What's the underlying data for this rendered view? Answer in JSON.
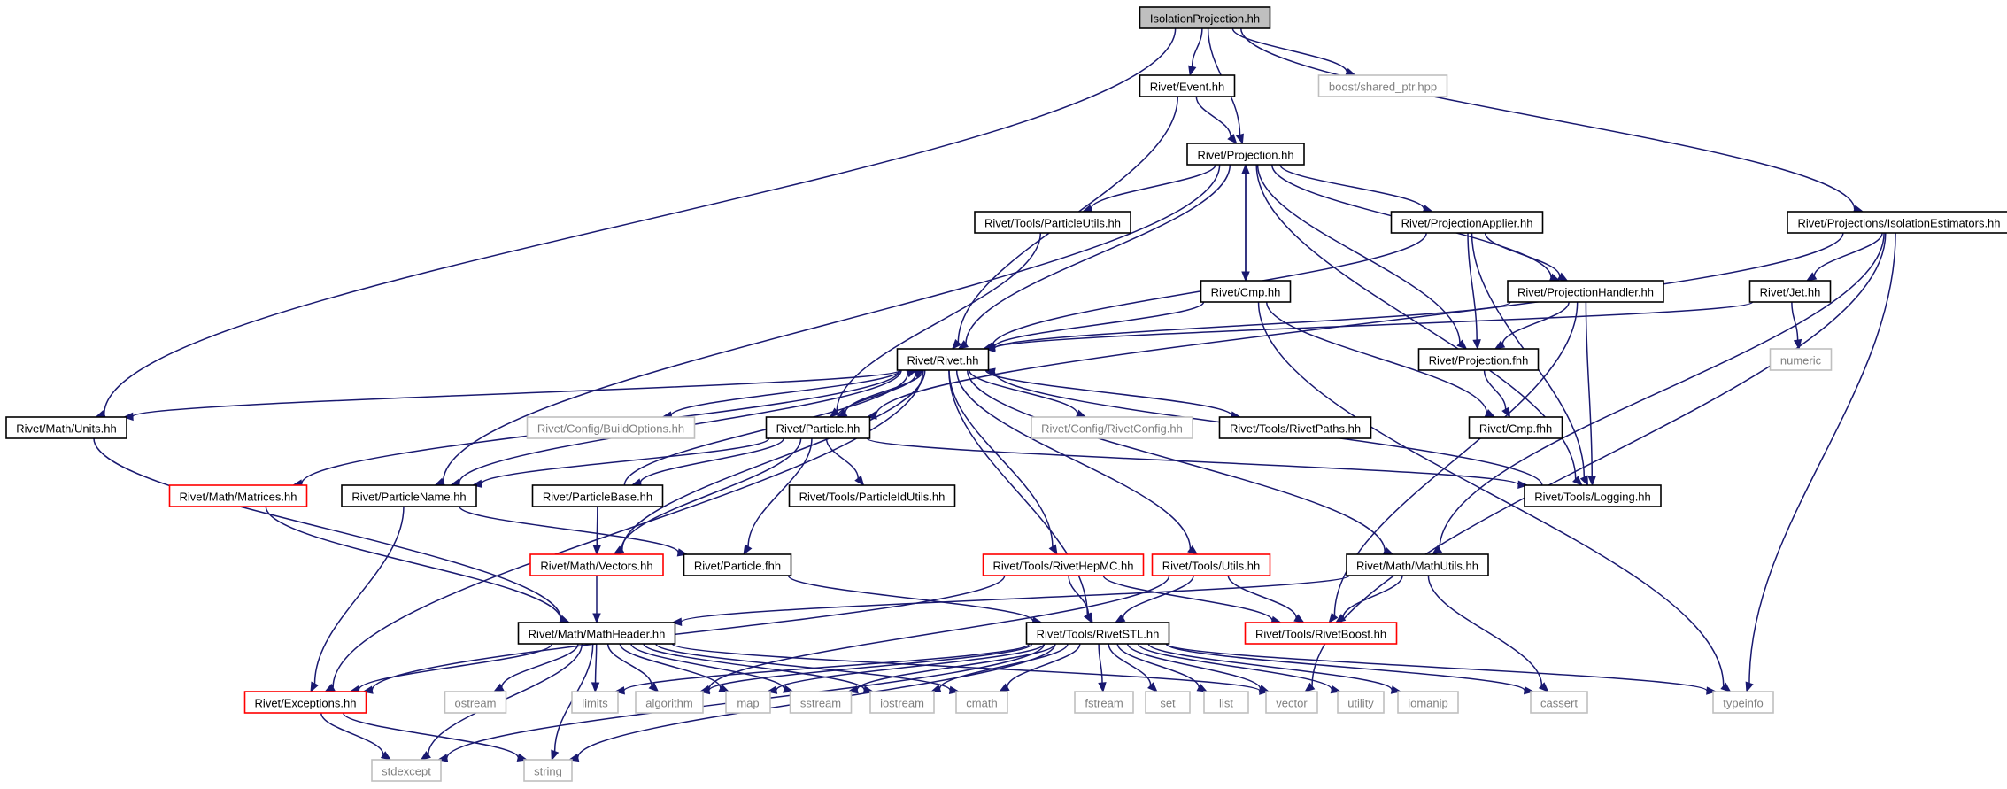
{
  "graph": {
    "root": "IsolationProjection.hh",
    "nodes": [
      {
        "id": "root",
        "label": "IsolationProjection.hh",
        "style": "root"
      },
      {
        "id": "event",
        "label": "Rivet/Event.hh",
        "style": "black"
      },
      {
        "id": "boost_sp",
        "label": "boost/shared_ptr.hpp",
        "style": "gray"
      },
      {
        "id": "projection",
        "label": "Rivet/Projection.hh",
        "style": "black"
      },
      {
        "id": "isoest",
        "label": "Rivet/Projections/IsolationEstimators.hh",
        "style": "black"
      },
      {
        "id": "particleutils",
        "label": "Rivet/Tools/ParticleUtils.hh",
        "style": "black"
      },
      {
        "id": "projapplier",
        "label": "Rivet/ProjectionApplier.hh",
        "style": "black"
      },
      {
        "id": "cmp",
        "label": "Rivet/Cmp.hh",
        "style": "black"
      },
      {
        "id": "projhandler",
        "label": "Rivet/ProjectionHandler.hh",
        "style": "black"
      },
      {
        "id": "jet",
        "label": "Rivet/Jet.hh",
        "style": "black"
      },
      {
        "id": "rivet",
        "label": "Rivet/Rivet.hh",
        "style": "black"
      },
      {
        "id": "projfhh",
        "label": "Rivet/Projection.fhh",
        "style": "black"
      },
      {
        "id": "numeric",
        "label": "numeric",
        "style": "gray"
      },
      {
        "id": "units",
        "label": "Rivet/Math/Units.hh",
        "style": "black"
      },
      {
        "id": "buildopts",
        "label": "Rivet/Config/BuildOptions.hh",
        "style": "gray"
      },
      {
        "id": "particle",
        "label": "Rivet/Particle.hh",
        "style": "black"
      },
      {
        "id": "rivetconfig",
        "label": "Rivet/Config/RivetConfig.hh",
        "style": "gray"
      },
      {
        "id": "rivetpaths",
        "label": "Rivet/Tools/RivetPaths.hh",
        "style": "black"
      },
      {
        "id": "cmpfhh",
        "label": "Rivet/Cmp.fhh",
        "style": "black"
      },
      {
        "id": "matrices",
        "label": "Rivet/Math/Matrices.hh",
        "style": "red"
      },
      {
        "id": "particlename",
        "label": "Rivet/ParticleName.hh",
        "style": "black"
      },
      {
        "id": "particlebase",
        "label": "Rivet/ParticleBase.hh",
        "style": "black"
      },
      {
        "id": "pidutils",
        "label": "Rivet/Tools/ParticleIdUtils.hh",
        "style": "black"
      },
      {
        "id": "logging",
        "label": "Rivet/Tools/Logging.hh",
        "style": "black"
      },
      {
        "id": "vectors",
        "label": "Rivet/Math/Vectors.hh",
        "style": "red"
      },
      {
        "id": "particlefhh",
        "label": "Rivet/Particle.fhh",
        "style": "black"
      },
      {
        "id": "hepmc",
        "label": "Rivet/Tools/RivetHepMC.hh",
        "style": "red"
      },
      {
        "id": "utils",
        "label": "Rivet/Tools/Utils.hh",
        "style": "red"
      },
      {
        "id": "mathutils",
        "label": "Rivet/Math/MathUtils.hh",
        "style": "black"
      },
      {
        "id": "mathheader",
        "label": "Rivet/Math/MathHeader.hh",
        "style": "black"
      },
      {
        "id": "rivetstl",
        "label": "Rivet/Tools/RivetSTL.hh",
        "style": "black"
      },
      {
        "id": "rivetboost",
        "label": "Rivet/Tools/RivetBoost.hh",
        "style": "red"
      },
      {
        "id": "exceptions",
        "label": "Rivet/Exceptions.hh",
        "style": "red"
      },
      {
        "id": "ostream",
        "label": "ostream",
        "style": "gray"
      },
      {
        "id": "limits",
        "label": "limits",
        "style": "gray"
      },
      {
        "id": "algorithm",
        "label": "algorithm",
        "style": "gray"
      },
      {
        "id": "map",
        "label": "map",
        "style": "gray"
      },
      {
        "id": "sstream",
        "label": "sstream",
        "style": "gray"
      },
      {
        "id": "iostream",
        "label": "iostream",
        "style": "gray"
      },
      {
        "id": "cmath",
        "label": "cmath",
        "style": "gray"
      },
      {
        "id": "fstream",
        "label": "fstream",
        "style": "gray"
      },
      {
        "id": "set",
        "label": "set",
        "style": "gray"
      },
      {
        "id": "list",
        "label": "list",
        "style": "gray"
      },
      {
        "id": "vector",
        "label": "vector",
        "style": "gray"
      },
      {
        "id": "utility",
        "label": "utility",
        "style": "gray"
      },
      {
        "id": "iomanip",
        "label": "iomanip",
        "style": "gray"
      },
      {
        "id": "cassert",
        "label": "cassert",
        "style": "gray"
      },
      {
        "id": "typeinfo",
        "label": "typeinfo",
        "style": "gray"
      },
      {
        "id": "stdexcept",
        "label": "stdexcept",
        "style": "gray"
      },
      {
        "id": "string",
        "label": "string",
        "style": "gray"
      }
    ],
    "edges": [
      [
        "root",
        "event"
      ],
      [
        "root",
        "projection"
      ],
      [
        "root",
        "boost_sp"
      ],
      [
        "root",
        "isoest"
      ],
      [
        "root",
        "units"
      ],
      [
        "event",
        "projection"
      ],
      [
        "event",
        "rivet"
      ],
      [
        "projection",
        "particleutils"
      ],
      [
        "projection",
        "projapplier"
      ],
      [
        "projection",
        "projhandler"
      ],
      [
        "projection",
        "cmp"
      ],
      [
        "projection",
        "rivet"
      ],
      [
        "projection",
        "projfhh"
      ],
      [
        "projection",
        "logging"
      ],
      [
        "projection",
        "particlename"
      ],
      [
        "isoest",
        "jet"
      ],
      [
        "isoest",
        "particle"
      ],
      [
        "isoest",
        "mathutils"
      ],
      [
        "isoest",
        "vector"
      ],
      [
        "isoest",
        "typeinfo"
      ],
      [
        "particleutils",
        "particle"
      ],
      [
        "projapplier",
        "projhandler"
      ],
      [
        "projapplier",
        "projfhh"
      ],
      [
        "projapplier",
        "rivet"
      ],
      [
        "projapplier",
        "logging"
      ],
      [
        "cmp",
        "projection"
      ],
      [
        "cmp",
        "rivet"
      ],
      [
        "cmp",
        "cmpfhh"
      ],
      [
        "cmp",
        "typeinfo"
      ],
      [
        "projhandler",
        "rivet"
      ],
      [
        "projhandler",
        "projfhh"
      ],
      [
        "projhandler",
        "logging"
      ],
      [
        "projhandler",
        "rivetboost"
      ],
      [
        "jet",
        "rivet"
      ],
      [
        "jet",
        "numeric"
      ],
      [
        "projfhh",
        "cmpfhh"
      ],
      [
        "rivet",
        "units"
      ],
      [
        "rivet",
        "buildopts"
      ],
      [
        "rivet",
        "rivetconfig"
      ],
      [
        "rivet",
        "rivetpaths"
      ],
      [
        "rivet",
        "particle"
      ],
      [
        "rivet",
        "particlename"
      ],
      [
        "rivet",
        "matrices"
      ],
      [
        "rivet",
        "vectors"
      ],
      [
        "rivet",
        "exceptions"
      ],
      [
        "rivet",
        "hepmc"
      ],
      [
        "rivet",
        "utils"
      ],
      [
        "rivet",
        "mathutils"
      ],
      [
        "rivet",
        "rivetstl"
      ],
      [
        "particle",
        "rivet"
      ],
      [
        "particle",
        "particlename"
      ],
      [
        "particle",
        "particlebase"
      ],
      [
        "particle",
        "pidutils"
      ],
      [
        "particle",
        "logging"
      ],
      [
        "particle",
        "vectors"
      ],
      [
        "particle",
        "particlefhh"
      ],
      [
        "particlebase",
        "rivet"
      ],
      [
        "particlebase",
        "vectors"
      ],
      [
        "logging",
        "rivet"
      ],
      [
        "units",
        "mathheader"
      ],
      [
        "matrices",
        "mathheader"
      ],
      [
        "particlename",
        "exceptions"
      ],
      [
        "particlename",
        "particlefhh"
      ],
      [
        "vectors",
        "mathheader"
      ],
      [
        "particlefhh",
        "rivetstl"
      ],
      [
        "hepmc",
        "rivetstl"
      ],
      [
        "hepmc",
        "rivetboost"
      ],
      [
        "hepmc",
        "exceptions"
      ],
      [
        "utils",
        "rivetstl"
      ],
      [
        "utils",
        "rivetboost"
      ],
      [
        "utils",
        "algorithm"
      ],
      [
        "mathutils",
        "mathheader"
      ],
      [
        "mathutils",
        "rivetboost"
      ],
      [
        "mathutils",
        "cassert"
      ],
      [
        "mathheader",
        "exceptions"
      ],
      [
        "mathheader",
        "ostream"
      ],
      [
        "mathheader",
        "limits"
      ],
      [
        "mathheader",
        "algorithm"
      ],
      [
        "mathheader",
        "map"
      ],
      [
        "mathheader",
        "sstream"
      ],
      [
        "mathheader",
        "iostream"
      ],
      [
        "mathheader",
        "cmath"
      ],
      [
        "mathheader",
        "vector"
      ],
      [
        "mathheader",
        "string"
      ],
      [
        "mathheader",
        "stdexcept"
      ],
      [
        "rivetstl",
        "limits"
      ],
      [
        "rivetstl",
        "algorithm"
      ],
      [
        "rivetstl",
        "map"
      ],
      [
        "rivetstl",
        "sstream"
      ],
      [
        "rivetstl",
        "iostream"
      ],
      [
        "rivetstl",
        "cmath"
      ],
      [
        "rivetstl",
        "fstream"
      ],
      [
        "rivetstl",
        "set"
      ],
      [
        "rivetstl",
        "list"
      ],
      [
        "rivetstl",
        "vector"
      ],
      [
        "rivetstl",
        "utility"
      ],
      [
        "rivetstl",
        "iomanip"
      ],
      [
        "rivetstl",
        "cassert"
      ],
      [
        "rivetstl",
        "typeinfo"
      ],
      [
        "rivetstl",
        "stdexcept"
      ],
      [
        "rivetstl",
        "string"
      ],
      [
        "exceptions",
        "stdexcept"
      ],
      [
        "exceptions",
        "string"
      ]
    ]
  },
  "colors": {
    "edge": "#191970",
    "root_fill": "#bfbfbf",
    "node_border": "#000000",
    "external_border": "#bfbfbf",
    "external_text": "#7f7f7f",
    "truncated_border": "#ff0000"
  }
}
